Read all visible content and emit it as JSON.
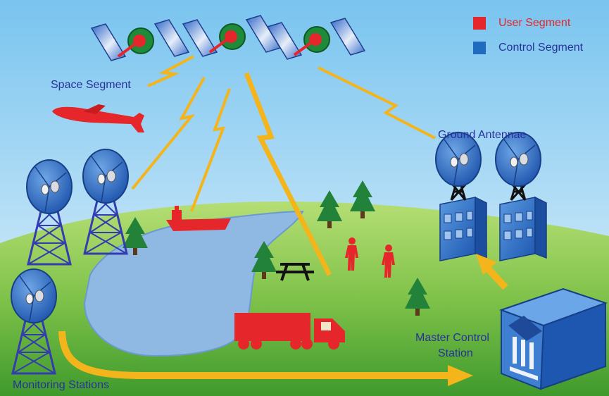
{
  "legend": {
    "user": {
      "label": "User Segment",
      "color": "#e5262a"
    },
    "control": {
      "label": "Control Segment",
      "color": "#1f6bc0"
    }
  },
  "labels": {
    "space_segment": "Space Segment",
    "ground_antennae": "Ground Antennae",
    "master_control_line1": "Master Control",
    "master_control_line2": "Station",
    "monitoring_stations": "Monitoring Stations"
  },
  "colors": {
    "sky_top": "#79c4ef",
    "sky_bottom": "#e7f4fc",
    "grass_light": "#a9d86b",
    "grass_dark": "#3f9a2c",
    "water": "#8fb8e3",
    "signal": "#f4b41c",
    "tree": "#23823a",
    "station_blue": "#2f6fc4",
    "tower": "#343cae"
  }
}
